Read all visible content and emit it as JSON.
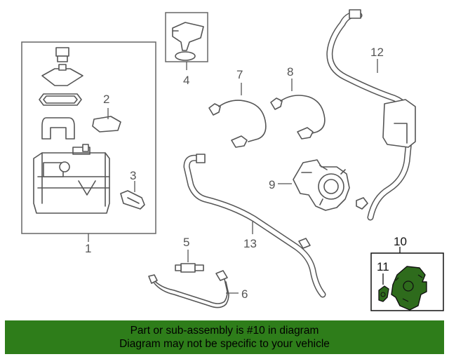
{
  "callouts": {
    "c1": "1",
    "c2": "2",
    "c3": "3",
    "c4": "4",
    "c5": "5",
    "c6": "6",
    "c7": "7",
    "c8": "8",
    "c9": "9",
    "c10": "10",
    "c11": "11",
    "c12": "12",
    "c13": "13"
  },
  "banner": {
    "line1": "Part or sub-assembly is #10 in diagram",
    "line2": "Diagram may not be specific to your vehicle"
  },
  "colors": {
    "highlight": "#2e6b1c",
    "banner": "#2e7d1a",
    "line": "#555555"
  }
}
